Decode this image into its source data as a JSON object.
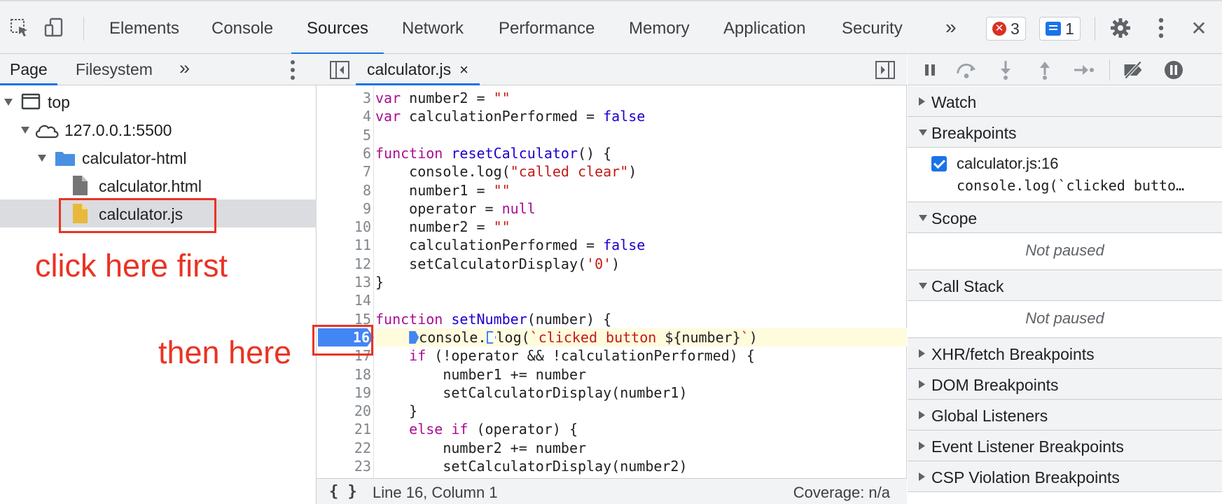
{
  "toolbar": {
    "tabs": [
      "Elements",
      "Console",
      "Sources",
      "Network",
      "Performance",
      "Memory",
      "Application",
      "Security"
    ],
    "active_tab": "Sources",
    "more_glyph": "»",
    "error_count": "3",
    "message_count": "1",
    "icons": [
      "inspect-element-icon",
      "device-toolbar-icon",
      "settings-gear-icon",
      "more-vertical-icon",
      "close-icon"
    ],
    "close_glyph": "✕"
  },
  "navigator": {
    "tabs": [
      "Page",
      "Filesystem"
    ],
    "more_glyph": "»",
    "tree": [
      {
        "label": "top",
        "icon": "frame-icon"
      },
      {
        "label": "127.0.0.1:5500",
        "icon": "cloud-icon"
      },
      {
        "label": "calculator-html",
        "icon": "folder-icon"
      },
      {
        "label": "calculator.html",
        "icon": "html-file-icon"
      },
      {
        "label": "calculator.js",
        "icon": "js-file-icon"
      }
    ]
  },
  "annotations": {
    "first": "click here first",
    "second": "then here"
  },
  "editor": {
    "file_tab": "calculator.js",
    "close_glyph": "×",
    "first_line_number": 3,
    "breakpoint_line": 16,
    "status_left": "Line 16, Column 1",
    "status_right": "Coverage: n/a",
    "format_glyph": "{ }"
  },
  "debugger": {
    "sections": [
      {
        "title": "Watch",
        "expanded": false
      },
      {
        "title": "Breakpoints",
        "expanded": true
      },
      {
        "title": "Scope",
        "expanded": true
      },
      {
        "title": "Call Stack",
        "expanded": true
      },
      {
        "title": "XHR/fetch Breakpoints",
        "expanded": false
      },
      {
        "title": "DOM Breakpoints",
        "expanded": false
      },
      {
        "title": "Global Listeners",
        "expanded": false
      },
      {
        "title": "Event Listener Breakpoints",
        "expanded": false
      },
      {
        "title": "CSP Violation Breakpoints",
        "expanded": false
      }
    ],
    "breakpoint_file": "calculator.js:16",
    "breakpoint_code": "console.log(`clicked butto…",
    "scope_status": "Not paused",
    "callstack_status": "Not paused"
  },
  "colors": {
    "accent": "#1a73e8",
    "annotation": "#ea3323",
    "breakpoint": "#4285f4",
    "keyword": "#aa0d91",
    "string": "#c41a16"
  }
}
